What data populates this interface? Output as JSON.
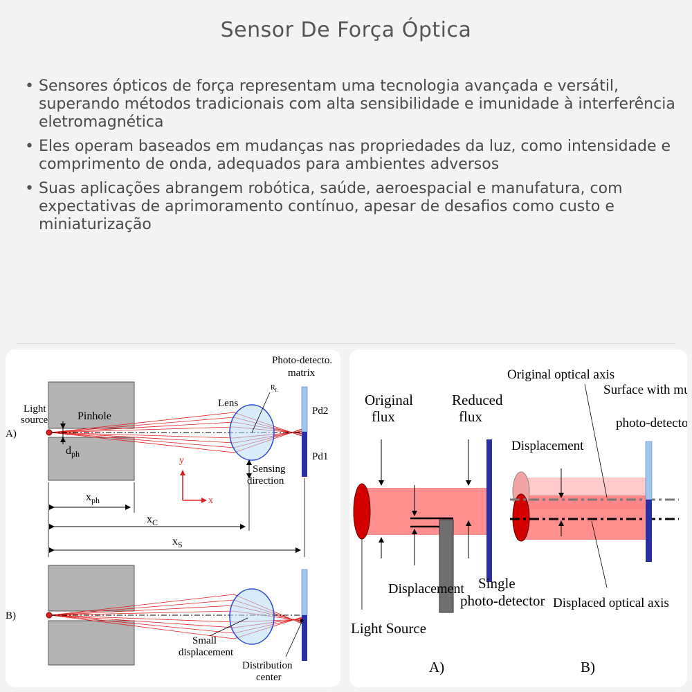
{
  "title": "Sensor De Força Óptica",
  "bullets": [
    "Sensores ópticos de força representam uma tecnologia avançada e versátil, superando métodos tradicionais com alta sensibilidade e imunidade à interferência eletromagnética",
    "Eles operam baseados em mudanças nas propriedades da luz, como intensidade e comprimento de onda, adequados para ambientes adversos",
    "Suas aplicações abrangem robótica, saúde, aeroespacial e manufatura, com expectativas de aprimoramento contínuo, apesar de desafios como custo e miniaturização"
  ],
  "left_diagram": {
    "light_source": [
      "Light",
      "source"
    ],
    "pinhole": "Pinhole",
    "row_a": "A)",
    "row_b": "B)",
    "d_ph": "d",
    "d_ph_sub": "ph",
    "x_ph": "x",
    "x_ph_sub": "ph",
    "x_c": "x",
    "x_c_sub": "C",
    "x_s": "x",
    "x_s_sub": "S",
    "lens": "Lens",
    "r_l": "R",
    "r_l_sub": "L",
    "sensing_direction": [
      "Sensing",
      "direction"
    ],
    "photo_detector": [
      "Photo-detecto.",
      "matrix"
    ],
    "pd2": "Pd2",
    "pd1": "Pd1",
    "axis_y": "y",
    "axis_x": "x",
    "small_displacement": [
      "Small",
      "displacement"
    ],
    "distribution_center": [
      "Distribution",
      "center"
    ]
  },
  "right_diagram": {
    "original_flux": [
      "Original",
      "flux"
    ],
    "reduced_flux": [
      "Reduced",
      "flux"
    ],
    "displacement_a": "Displacement",
    "single_detector": [
      "Single",
      "photo-detector"
    ],
    "light_source": "Light Source",
    "label_a": "A)",
    "original_axis": "Original optical axis",
    "surface_detectors": [
      "Surface with multiple",
      "photo-detectors"
    ],
    "displacement_b": "Displacement",
    "displaced_axis": "Displaced optical axis",
    "label_b": "B)"
  },
  "colors": {
    "beam_red": "#e11d1d",
    "beam_fill": "#ff7a7a",
    "lens_blue": "#2a46d8",
    "detector_light": "#9ec7ef",
    "detector_dark": "#2b2fa6",
    "block_gray": "#b3b3b3"
  }
}
